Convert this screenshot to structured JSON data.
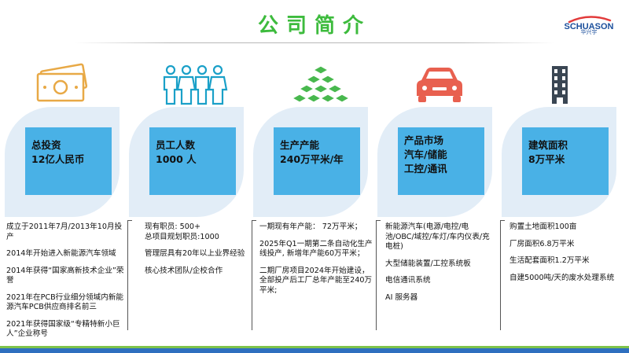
{
  "header": {
    "title": "公司简介",
    "logo_text": "SCHUASON",
    "logo_sub": "华兴宇"
  },
  "colors": {
    "title_green": "#3dbb3d",
    "card_blue": "#49b1e6",
    "card_bg": "#e2edf7",
    "icon_gold": "#e8a946",
    "icon_teal": "#1aa0c8",
    "icon_green": "#48b84e",
    "icon_red": "#e8604f",
    "icon_dark": "#3a4653"
  },
  "columns": [
    {
      "icon": "money-icon",
      "card": [
        "总投资",
        "12亿人民币"
      ],
      "items": [
        "成立于2011年7月/2013年10月投产",
        "2014年开始进入新能源汽车领域",
        "2014年获得“国家高新技术企业”荣誉",
        "2021年在PCB行业细分领域内新能源汽车PCB供应商排名前三",
        "2021年获得国家级“专精特新小巨人”企业称号"
      ]
    },
    {
      "icon": "people-icon",
      "card": [
        "员工人数",
        "1000 人"
      ],
      "items": [
        "现有职员: 500+\n总项目规划职员:1000",
        "管理层具有20年以上业界经验",
        "核心技术团队/企校合作"
      ]
    },
    {
      "icon": "cubes-icon",
      "card": [
        "生产产能",
        "240万平米/年"
      ],
      "items": [
        "一期现有年产能： 72万平米；",
        "2025年Q1一期第二条自动化生产线投产, 新增年产能60万平米；",
        "二期厂房项目2024年开始建设，全部投产后工厂总年产能至240万平米;"
      ]
    },
    {
      "icon": "car-icon",
      "card": [
        "产品市场",
        "汽车/储能",
        "工控/通讯"
      ],
      "items": [
        "新能源汽车(电源/电控/电池/OBC/域控/车灯/车内仪表/充电桩)",
        "大型储能装置/工控系统板",
        "电信通讯系统",
        "AI 服务器"
      ]
    },
    {
      "icon": "building-icon",
      "card": [
        "建筑面积",
        "8万平米"
      ],
      "items": [
        "购置土地面积100亩",
        "厂房面积6.8万平米",
        "生活配套面积1.2万平米",
        "自建5000吨/天的废水处理系统"
      ]
    }
  ]
}
